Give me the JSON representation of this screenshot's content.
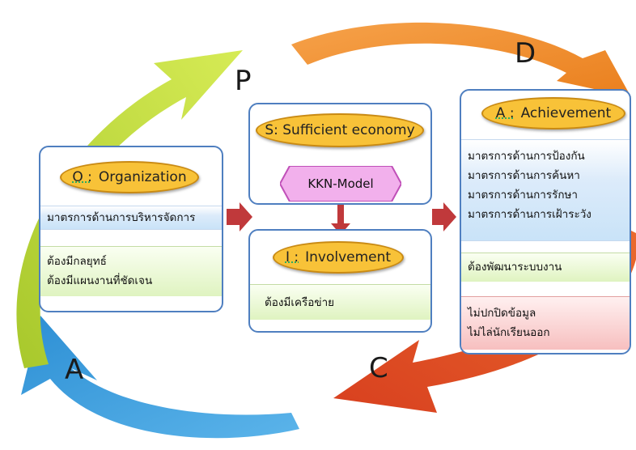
{
  "cycle_labels": {
    "p": "P",
    "d": "D",
    "c": "C",
    "a": "A"
  },
  "organization": {
    "code": "O :",
    "title": "Organization",
    "measures": [
      "มาตรการด้านการบริหารจัดการ"
    ],
    "requirements": [
      "ต้องมีกลยุทธ์",
      "ต้องมีแผนงานที่ชัดเจน"
    ]
  },
  "sufficient": {
    "title": "S: Sufficient economy",
    "model": "KKN-Model"
  },
  "involvement": {
    "code": "I :",
    "title": "Involvement",
    "requirements": [
      "ต้องมีเครือข่าย"
    ]
  },
  "achievement": {
    "code": "A :",
    "title": "Achievement",
    "measures": [
      "มาตรการด้านการป้องกัน",
      "มาตรการด้านการค้นหา",
      "มาตรการด้านการรักษา",
      "มาตรการด้านการเฝ้าระวัง"
    ],
    "requirements": [
      "ต้องพัฒนาระบบงาน"
    ],
    "donts": [
      "ไม่ปกปิดข้อมูล",
      "ไม่ไล่นักเรียนออก"
    ]
  },
  "colors": {
    "p_arrow": "#c6dc3e",
    "d_arrow": "#ef8d2a",
    "c_arrow": "#e4522a",
    "a_arrow": "#3a9ede",
    "connector": "#c0393b",
    "box_border": "#4f7fc0",
    "oval": "#f8c238",
    "kkn": "#f2b0ec"
  }
}
